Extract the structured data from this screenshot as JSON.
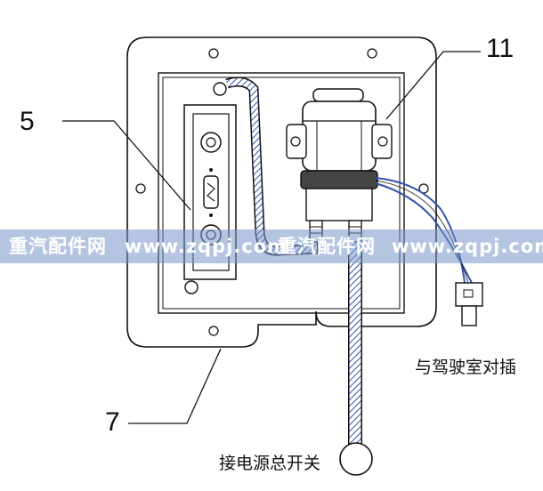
{
  "labels": {
    "part_5": "5",
    "part_11": "11",
    "part_7": "7",
    "cab_plug": "与驾驶室对插",
    "master_switch": "接电源总开关"
  },
  "watermark": {
    "left": "重汽配件网",
    "mid1": "www.zqpj.com",
    "mid2": "重汽配件网",
    "right": "www.zqpj.com"
  },
  "colors": {
    "line": "#111111",
    "cable": "#3355aa",
    "watermark_band": "#7896c8"
  }
}
